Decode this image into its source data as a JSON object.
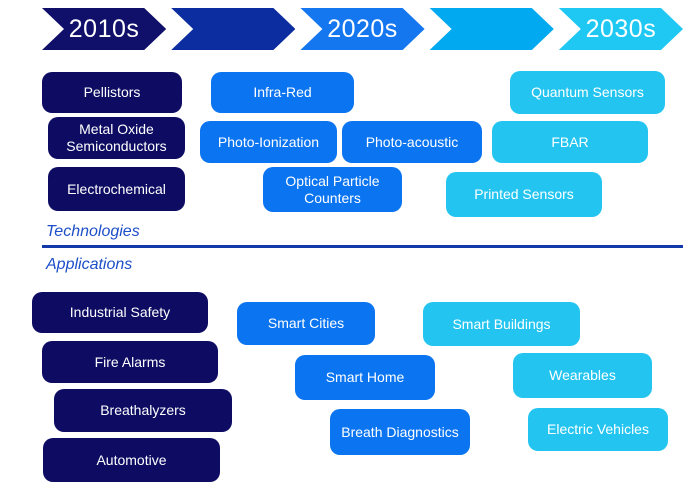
{
  "timeline": {
    "decades": [
      {
        "label": "2010s",
        "color": "#10106a"
      },
      {
        "label": "",
        "color": "#0b2da0"
      },
      {
        "label": "2020s",
        "color": "#1577f0"
      },
      {
        "label": "",
        "color": "#00a9f0"
      },
      {
        "label": "2030s",
        "color": "#1fc8f2"
      }
    ]
  },
  "section_labels": {
    "technologies": "Technologies",
    "applications": "Applications"
  },
  "technologies": {
    "pellistors": "Pellistors",
    "metal_oxide": "Metal Oxide Semiconductors",
    "electrochemical": "Electrochemical",
    "infra_red": "Infra-Red",
    "photo_ionization": "Photo-Ionization",
    "photo_acoustic": "Photo-acoustic",
    "optical_particle_counters": "Optical Particle Counters",
    "quantum_sensors": "Quantum Sensors",
    "fbar": "FBAR",
    "printed_sensors": "Printed Sensors"
  },
  "applications": {
    "industrial_safety": "Industrial Safety",
    "fire_alarms": "Fire Alarms",
    "breathalyzers": "Breathalyzers",
    "automotive": "Automotive",
    "smart_cities": "Smart Cities",
    "smart_home": "Smart Home",
    "breath_diagnostics": "Breath Diagnostics",
    "smart_buildings": "Smart Buildings",
    "wearables": "Wearables",
    "electric_vehicles": "Electric Vehicles"
  },
  "colors": {
    "navy_2010s": "#0d0c62",
    "dark_blue_chevron": "#0b2da0",
    "bright_blue_2020s": "#0b74f0",
    "sky_blue_chevron": "#00a9f0",
    "cyan_2030s": "#23c5f0",
    "section_label_blue": "#1d4fc8",
    "divider_blue": "#1238aa"
  }
}
